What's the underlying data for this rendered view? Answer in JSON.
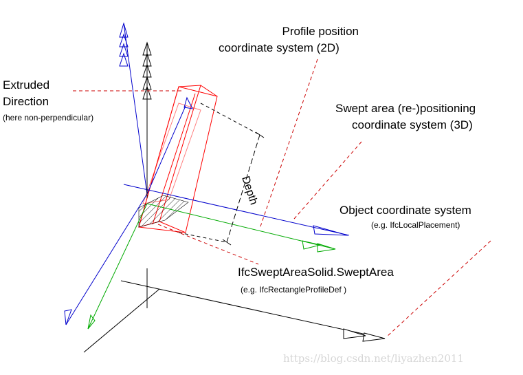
{
  "labels": {
    "profile_position_line1": "Profile position",
    "profile_position_line2": "coordinate system (2D)",
    "extruded_line1": "Extruded",
    "extruded_line2": "Direction",
    "extruded_note": "(here non-perpendicular)",
    "swept_line1": "Swept area (re-)positioning",
    "swept_line2": "coordinate system (3D)",
    "depth": "Depth",
    "object_line1": "Object coordinate system",
    "object_note": "(e.g. IfcLocalPlacement)",
    "swept_area_line1": "IfcSweptAreaSolid.SweptArea",
    "swept_area_note": "(e.g. IfcRectangleProfileDef     )"
  },
  "watermark": "https://blog.csdn.net/liyazhen2011",
  "colors": {
    "object_axes": "#000000",
    "swept_x_axis": "#0000cc",
    "profile_x_axis": "#00aa00",
    "solid": "#ff0000",
    "leader": "#cc0000",
    "watermark": "#d6d6d6"
  }
}
